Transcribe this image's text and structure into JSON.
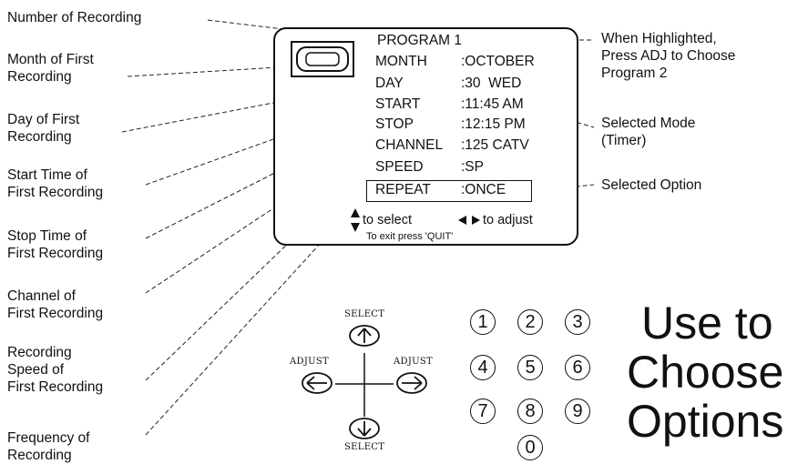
{
  "left_labels": [
    "Number of Recording",
    "Month of First\nRecording",
    "Day of First\nRecording",
    "Start Time of\nFirst Recording",
    "Stop Time of\nFirst Recording",
    "Channel of\nFirst Recording",
    "Recording\nSpeed of\nFirst Recording",
    "Frequency of\nRecording"
  ],
  "right_labels": {
    "highlighted": "When Highlighted,\nPress ADJ to Choose\nProgram 2",
    "mode": "Selected Mode\n(Timer)",
    "option": "Selected Option"
  },
  "menu": {
    "program": "PROGRAM 1",
    "rows": [
      {
        "key": "MONTH",
        "value": ":OCTOBER"
      },
      {
        "key": "DAY",
        "value": ":30  WED"
      },
      {
        "key": "START",
        "value": ":11:45 AM"
      },
      {
        "key": "STOP",
        "value": ":12:15 PM"
      },
      {
        "key": "CHANNEL",
        "value": ":125 CATV"
      },
      {
        "key": "SPEED",
        "value": ":SP"
      },
      {
        "key": "REPEAT",
        "value": ":ONCE"
      }
    ],
    "hint_select": "to select",
    "hint_adjust": "to adjust",
    "hint_exit": "To exit press 'QUIT'"
  },
  "remote": {
    "select_top": "SELECT",
    "select_bottom": "SELECT",
    "adjust_left": "ADJUST",
    "adjust_right": "ADJUST"
  },
  "number_keys": [
    "1",
    "2",
    "3",
    "4",
    "5",
    "6",
    "7",
    "8",
    "9",
    "0"
  ],
  "big_text": [
    "Use to",
    "Choose",
    "Options"
  ]
}
